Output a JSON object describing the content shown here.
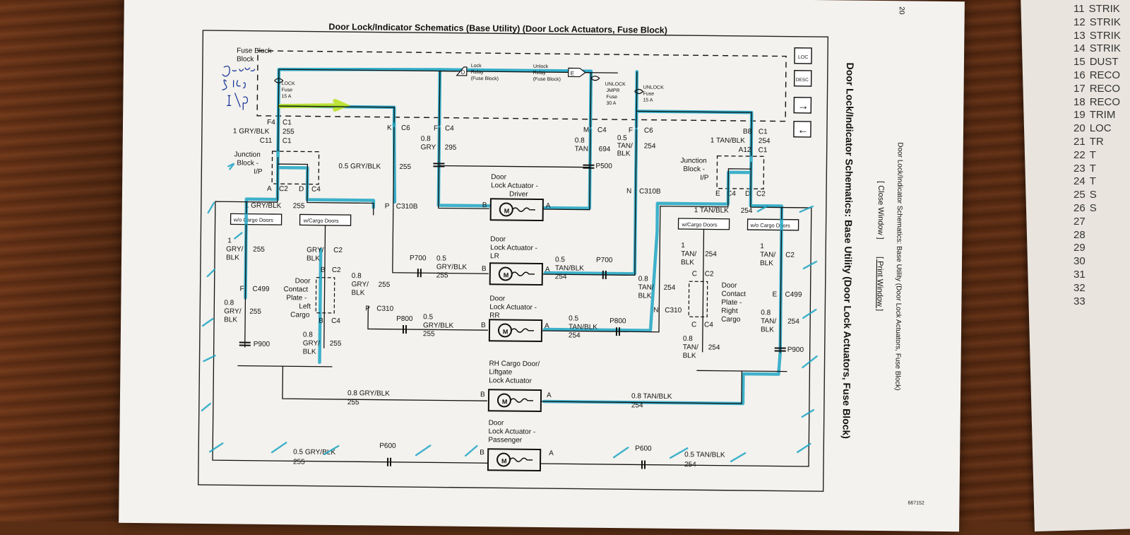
{
  "diagram": {
    "title": "Door Lock/Indicator Schematics (Base Utility) (Door Lock Actuators, Fuse Block)",
    "side_title": "Door Lock/Indicator Schematics: Base Utility (Door Lock Actuators, Fuse Block)",
    "browser_title": "Door Lock/Indicator Schematics: Base Utility (Door Lock Actuators, Fuse Block)",
    "close_window": "[ Close Window ]",
    "print_window": "[ Print Window ]",
    "page_number": "20",
    "figure_id": "667152",
    "handwritten_note": "Driver Side I/P",
    "nav_buttons": [
      "LOC",
      "DESC",
      "→",
      "←"
    ],
    "fuse_block": {
      "label": "Fuse Block",
      "lock_fuse": {
        "name": "LOCK",
        "sub": "Fuse",
        "rating": "15 A"
      },
      "lock_relay": {
        "pin": "D",
        "name": "Lock",
        "sub": "Relay",
        "loc": "(Fuse Block)"
      },
      "unlock_relay": {
        "pin": "E",
        "name": "Unlock",
        "sub": "Relay",
        "loc": "(Fuse Block)"
      },
      "unlock_jmpr": {
        "name": "UNLOCK",
        "sub1": "JMPR",
        "sub2": "Fuse",
        "rating": "30 A"
      },
      "unlock_fuse": {
        "name": "UNLOCK",
        "sub": "Fuse",
        "rating": "15 A"
      }
    },
    "junction_block_left": {
      "label1": "Junction",
      "label2": "Block -",
      "label3": "I/P"
    },
    "junction_block_right": {
      "label1": "Junction",
      "label2": "Block -",
      "label3": "I/P"
    },
    "labels": {
      "f4": "F4",
      "c1a": "C1",
      "w1gb255": "1 GRY/BLK",
      "n255a": "255",
      "c11": "C11",
      "c1b": "C1",
      "a_c2": "A",
      "c2a": "C2",
      "d_c4": "D",
      "c4a": "C4",
      "k": "K",
      "c6a": "C6",
      "f": "F",
      "c4b": "C4",
      "gry08": "0.8",
      "gry": "GRY",
      "n295": "295",
      "m": "M",
      "c4c": "C4",
      "tan08": "0.8",
      "tan": "TAN",
      "n694": "694",
      "p500": "P500",
      "f2": "F",
      "c6b": "C6",
      "t05": "0.5",
      "tanA": "TAN/",
      "blkA": "BLK",
      "n254a": "254",
      "b8": "B8",
      "c1c": "C1",
      "w1tb": "1 TAN/BLK",
      "n254b": "254",
      "a12": "A12",
      "c1d": "C1",
      "e_c4": "E",
      "c4d": "C4",
      "d_c2": "D",
      "c2b": "C2",
      "gb05": "0.5 GRY/BLK",
      "n255b": "255",
      "p_c310b": "P",
      "c310b": "C310B",
      "n_c310b": "N",
      "c310b2": "C310B",
      "l1gb": "1 GRY/BLK",
      "n255c": "255",
      "l1tb": "1 TAN/BLK",
      "n254c": "254",
      "wo_cargo": "w/o Cargo Doors",
      "w_cargo": "w/Cargo Doors",
      "w_cargo_r": "w/Cargo Doors",
      "wo_cargo_r": "w/o Cargo Doors"
    },
    "actuators": [
      {
        "name": "Door",
        "name2": "Lock Actuator -",
        "name3": "Driver",
        "pin_b": "B",
        "pin_a": "A"
      },
      {
        "name": "Door",
        "name2": "Lock Actuator -",
        "name3": "LR",
        "pin_b": "B",
        "pin_a": "A"
      },
      {
        "name": "Door",
        "name2": "Lock Actuator -",
        "name3": "RR",
        "pin_b": "B",
        "pin_a": "A"
      },
      {
        "name": "RH Cargo Door/",
        "name2": "Liftgate",
        "name3": "Lock Actuator",
        "pin_b": "B",
        "pin_a": "A"
      },
      {
        "name": "Door",
        "name2": "Lock Actuator -",
        "name3": "Passenger",
        "pin_b": "B",
        "pin_a": "A"
      }
    ],
    "motor": "M",
    "wires_left": [
      {
        "gauge": "0.5",
        "color": "GRY/BLK",
        "circuit": "255",
        "conn": "P700"
      },
      {
        "gauge": "0.5",
        "color": "GRY/BLK",
        "circuit": "255",
        "conn": "P800"
      },
      {
        "gauge": "",
        "color": "0.8 GRY/BLK",
        "circuit": "255",
        "conn": ""
      },
      {
        "gauge": "",
        "color": "0.5 GRY/BLK",
        "circuit": "255",
        "conn": "P600"
      }
    ],
    "wires_right": [
      {
        "gauge": "0.5",
        "color": "TAN/BLK",
        "circuit": "254",
        "conn": "P700"
      },
      {
        "gauge": "0.5",
        "color": "TAN/BLK",
        "circuit": "254",
        "conn": "P800"
      },
      {
        "gauge": "",
        "color": "0.8 TAN/BLK",
        "circuit": "254",
        "conn": ""
      },
      {
        "gauge": "",
        "color": "0.5 TAN/BLK",
        "circuit": "254",
        "conn": "P600"
      }
    ],
    "left_branch": {
      "g1": "1",
      "gb1": "GRY/",
      "b1": "BLK",
      "c1": "255",
      "g2": "GRY/",
      "b2": "BLK",
      "c2": "C2",
      "c499": "C499",
      "f": "F",
      "g3": "0.8",
      "gb3": "GRY/",
      "b3": "BLK",
      "c3": "255",
      "p900": "P900",
      "dc1": "Door",
      "dc2": "Contact",
      "dc3": "Plate -",
      "dc4": "Left",
      "dc5": "Cargo",
      "bc2": "B",
      "bc4": "B",
      "c4": "C4",
      "g4": "0.8",
      "gb4": "GRY/",
      "b4": "BLK",
      "c4n": "255",
      "g5": "0.8",
      "gb5": "GRY/",
      "b5": "BLK",
      "c5": "255",
      "p": "P",
      "c310": "C310"
    },
    "right_branch": {
      "g1": "1",
      "tb1": "TAN/",
      "b1": "BLK",
      "c1": "254",
      "g2": "1",
      "tb2": "TAN/",
      "b2": "BLK",
      "c2": "C2",
      "c499": "C499",
      "e": "E",
      "g3": "0.8",
      "tb3": "TAN/",
      "b3": "BLK",
      "c3": "254",
      "p900": "P900",
      "dc1": "Door",
      "dc2": "Contact",
      "dc3": "Plate -",
      "dc4": "Right",
      "dc5": "Cargo",
      "cc2": "C",
      "cc4": "C",
      "c4": "C4",
      "g4": "0.8",
      "tb4": "TAN/",
      "b4": "BLK",
      "c4n": "254",
      "g5": "0.8",
      "tb5": "TAN/",
      "b5": "BLK",
      "c5": "254",
      "n": "N",
      "c310": "C310"
    }
  },
  "side_list": {
    "numbers": [
      "11",
      "12",
      "13",
      "14",
      "15",
      "16",
      "17",
      "18",
      "19",
      "20",
      "21",
      "22",
      "23",
      "24",
      "25",
      "26",
      "27",
      "28",
      "29",
      "30",
      "31",
      "32",
      "33"
    ],
    "entries": [
      "STRIK",
      "STRIK",
      "STRIK",
      "STRIK",
      "DUST",
      "RECO",
      "RECO",
      "RECO",
      "TRIM",
      "LOC",
      "TR",
      "T",
      "T",
      "T",
      "S",
      "S",
      "",
      "",
      "",
      "",
      "",
      "",
      ""
    ]
  },
  "colors": {
    "highlight_blue": "#1fa6c4",
    "highlight_green": "#b8e21a",
    "ink": "#1a1a1a"
  }
}
